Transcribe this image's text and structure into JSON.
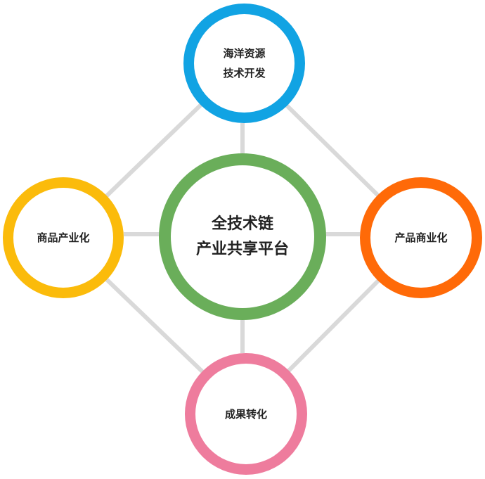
{
  "diagram": {
    "center": {
      "text": "全技术链\n产业共享平台",
      "color": "#6aae5a"
    },
    "top": {
      "text": "海洋资源\n技术开发",
      "color": "#11a3e3"
    },
    "left": {
      "text": "商品产业化",
      "color": "#fbbb0b"
    },
    "right": {
      "text": "产品商业化",
      "color": "#ff6a08"
    },
    "bottom": {
      "text": "成果转化",
      "color": "#ee7c9d"
    },
    "connector_color": "#d9d9d9"
  }
}
